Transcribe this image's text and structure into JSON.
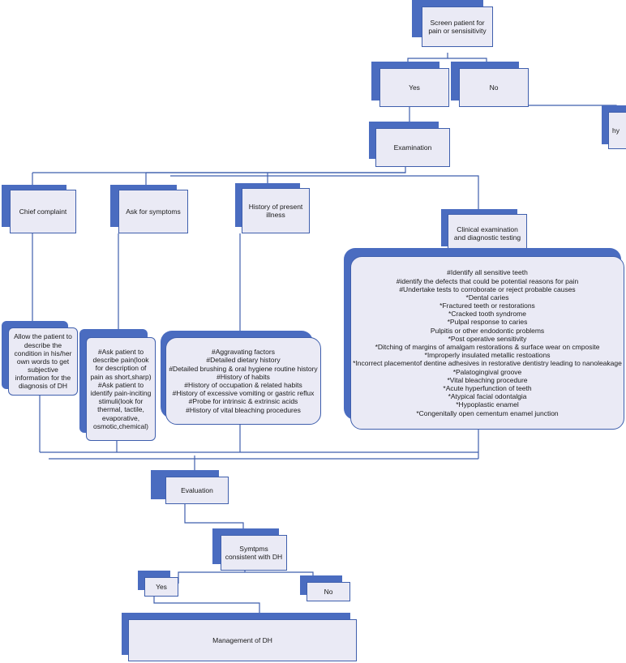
{
  "colors": {
    "shadow": "#4a6cc0",
    "face": "#eaeaf5",
    "line": "#3f5fad"
  },
  "nodes": {
    "screen": "Screen patient for pain or sensisitivity",
    "yes_top": "Yes",
    "no_top": "No",
    "cut_off": "hy",
    "examination": "Examination",
    "chief_complaint": "Chief complaint",
    "ask_symptoms": "Ask for symptoms",
    "history_present": "History of present illness",
    "clinical": "Clinical examination and diagnostic testing",
    "allow_patient": "Allow the patient to describe the condition in his/her own words to get subjective information for the diagnosis of DH",
    "ask_patient": "#Ask patient to describe pain(look for description of pain as short,sharp) #Ask patient to identify pain-inciting stimuli(look for thermal, tactile, evaporative, osmotic,chemical)",
    "evaluation": "Evaluation",
    "symptoms_consistent": "Symtpms consistent with DH",
    "yes_bottom": "Yes",
    "no_bottom": "No",
    "management": "Management of DH"
  },
  "history_items": [
    "#Aggravating factors",
    "#Detailed dietary history",
    "#Detailed brushing & oral hygiene routine history",
    "#History of habits",
    "#History of occupation & related habits",
    "#History of excessive vomiting or gastric reflux",
    "#Probe for intrinsic & extrinsic acids",
    "#History of vital bleaching procedures"
  ],
  "clinical_items": [
    "#Identify all sensitive teeth",
    "#identify the defects that could be potential reasons for pain",
    "#Undertake tests to corroborate or reject probable causes",
    "*Dental caries",
    "*Fractured teeth or restorations",
    "*Cracked tooth syndrome",
    "*Pulpal response to caries",
    "Pulpitis or other endodontic problems",
    "*Post operative sensitivity",
    "*Ditching of margins of amalgam restorations & surface wear on cmposite",
    "*Improperly insulated metallic restoations",
    "*Incorrect placementof dentine adhesives in restorative dentistry leading to nanoleakage",
    "*Palatogingival groove",
    "*Vital bleaching procedure",
    "*Acute hyperfunction of teeth",
    "*Atypical facial odontalgia",
    "*Hypoplastic enamel",
    "*Congenitally open cementum enamel junction"
  ]
}
